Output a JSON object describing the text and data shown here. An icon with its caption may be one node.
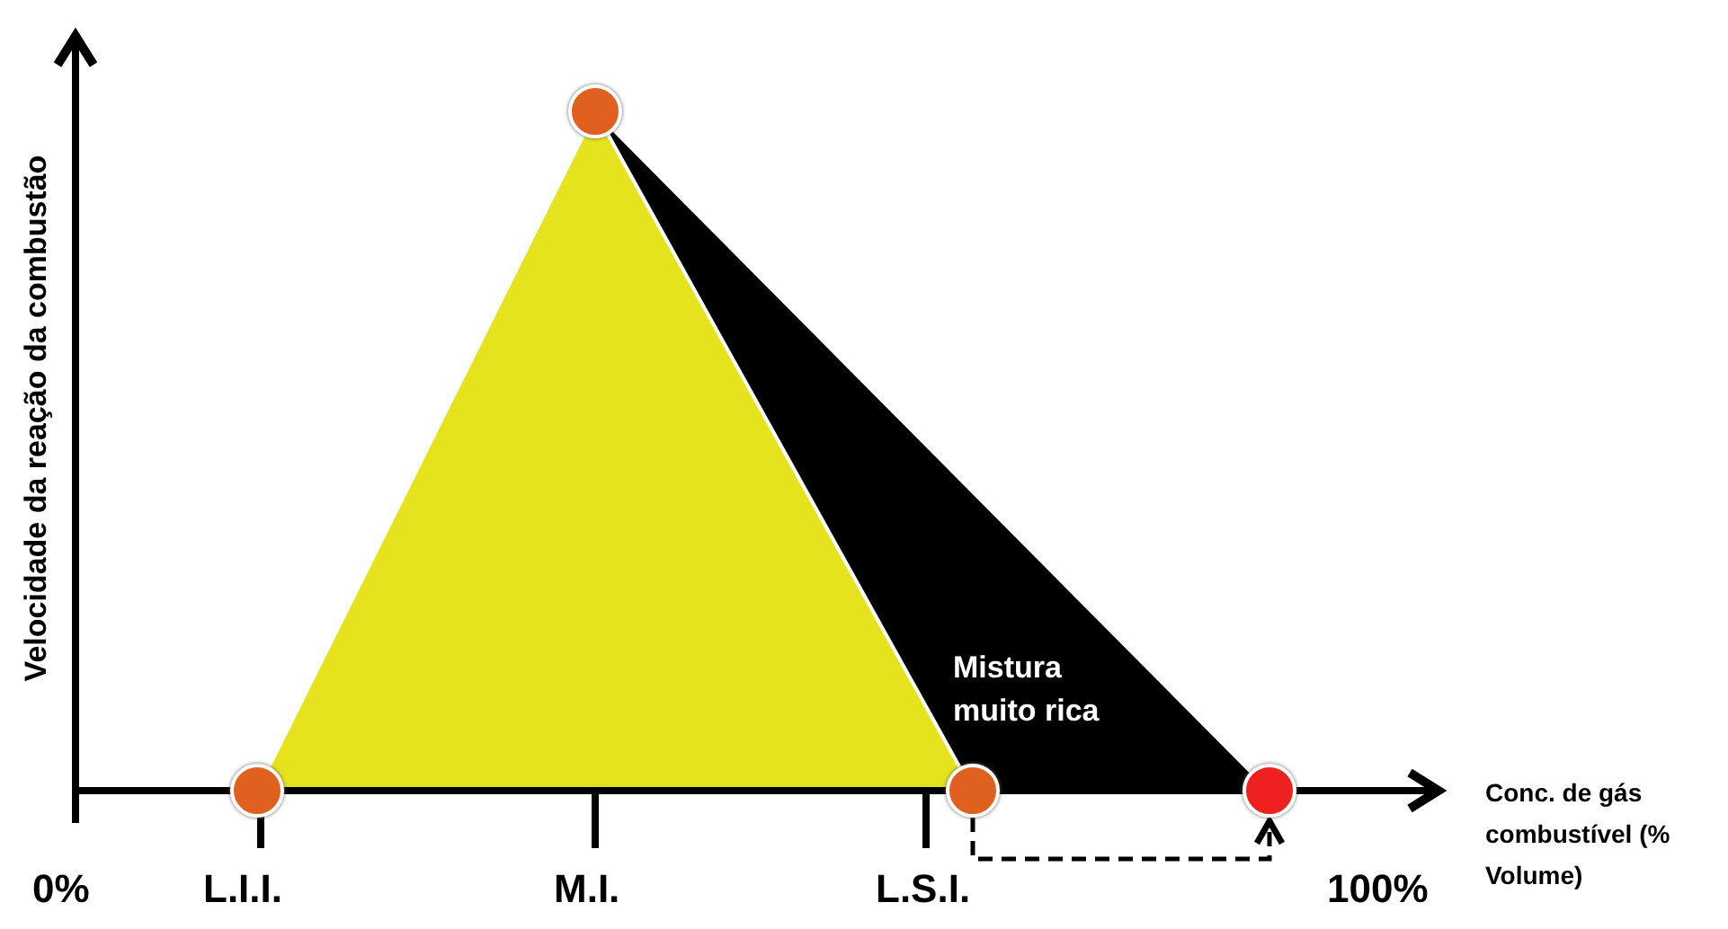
{
  "diagram": {
    "nodes": [
      {
        "text": [],
        "shape": "circle"
      },
      {
        "text": [],
        "shape": "triangle"
      },
      {
        "text": [
          "Mistura muito rica"
        ]
      },
      {
        "text": [],
        "shape": "circle"
      },
      {
        "text": [],
        "shape": "circle"
      },
      {
        "text": [],
        "shape": "circle"
      }
    ],
    "edges": [
      {
        "from": 4,
        "to": 5,
        "arrow": "to",
        "style": "dashed"
      }
    ],
    "labels": [
      "Velocidade da reação da combustão",
      "Conc. de gás combustível (% Volume)",
      "0%",
      "L.I.I.",
      "M.I.",
      "L.S.I.",
      "100%"
    ]
  }
}
